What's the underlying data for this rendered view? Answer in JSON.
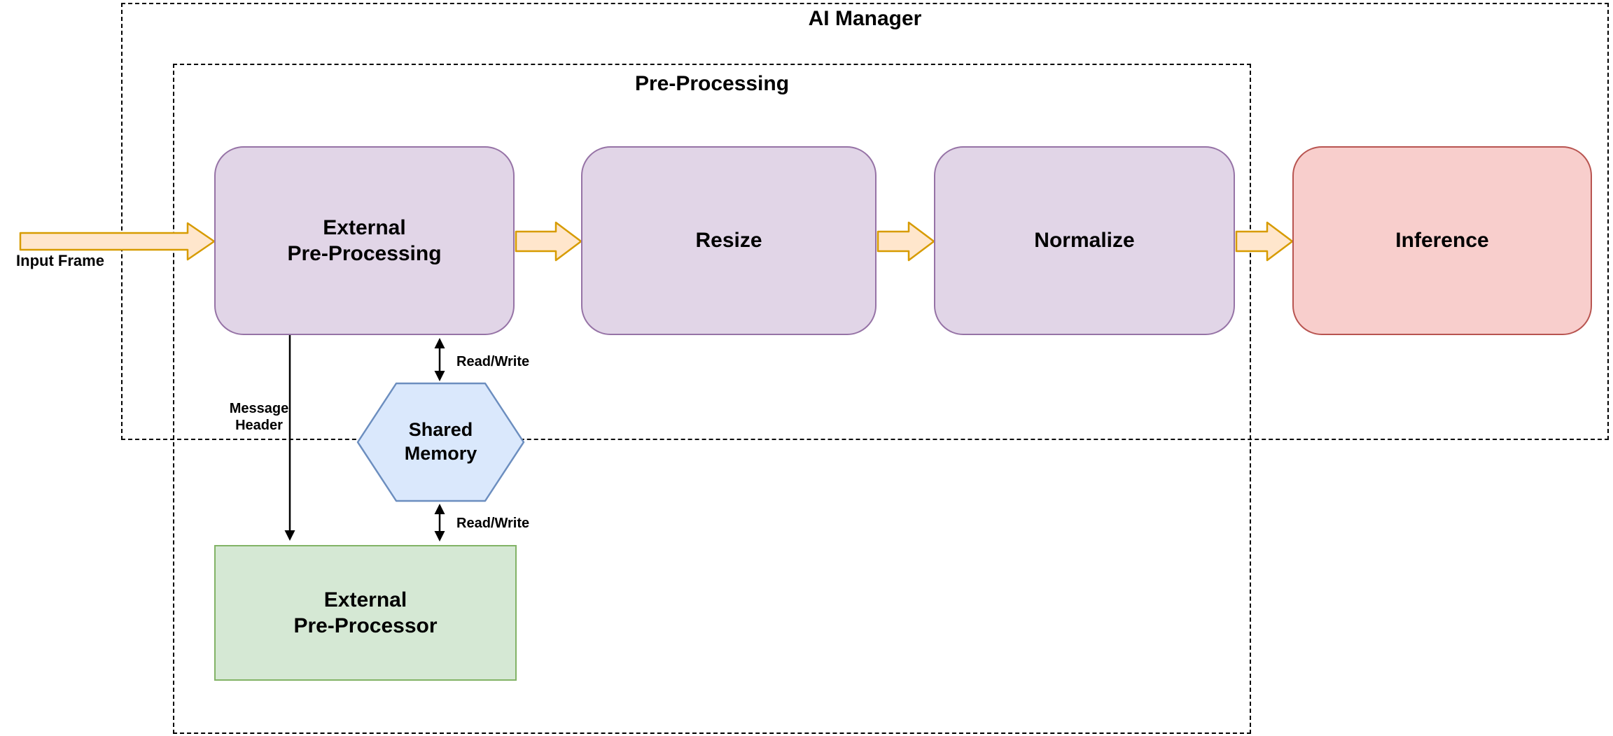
{
  "diagram": {
    "containers": {
      "ai_manager": {
        "title": "AI Manager"
      },
      "pre_processing": {
        "title": "Pre-Processing"
      }
    },
    "nodes": {
      "external_pre_processing": {
        "label": "External\nPre-Processing"
      },
      "resize": {
        "label": "Resize"
      },
      "normalize": {
        "label": "Normalize"
      },
      "inference": {
        "label": "Inference"
      },
      "shared_memory": {
        "label": "Shared\nMemory"
      },
      "external_pre_processor": {
        "label": "External\nPre-Processor"
      }
    },
    "labels": {
      "input_frame": "Input Frame",
      "message_header": "Message\nHeader",
      "read_write_top": "Read/Write",
      "read_write_bottom": "Read/Write"
    },
    "colors": {
      "purple_fill": "#E1D5E7",
      "purple_stroke": "#9673A6",
      "red_fill": "#F8CECC",
      "red_stroke": "#B85450",
      "green_fill": "#D5E8D4",
      "green_stroke": "#82B366",
      "blue_fill": "#DAE8FC",
      "blue_stroke": "#6C8EBF",
      "block_arrow_fill": "#FFE6CC",
      "block_arrow_stroke": "#D79B00",
      "connector": "#000000"
    }
  }
}
